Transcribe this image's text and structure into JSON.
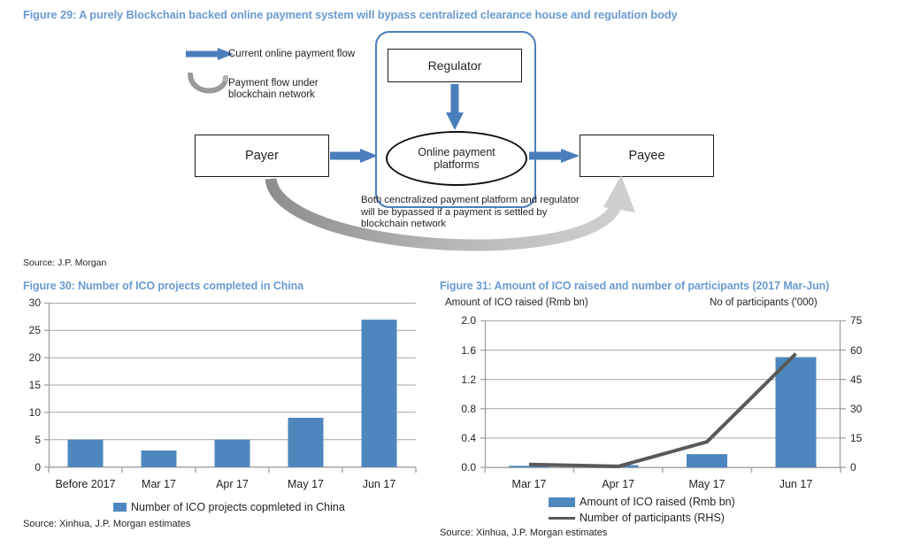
{
  "figure29": {
    "title": "Figure 29: A purely Blockchain backed online payment system will bypass centralized clearance house and regulation body",
    "legend": {
      "arrow_label": "Current online payment flow",
      "curve_label_line1": "Payment flow under",
      "curve_label_line2": "blockchain network"
    },
    "nodes": {
      "payer": "Payer",
      "payee": "Payee",
      "regulator": "Regulator",
      "platform_line1": "Online payment",
      "platform_line2": "platforms"
    },
    "note": "Both cenctralized payment platform and regulator will be bypassed if a payment is settled by blockchain network",
    "source": "Source: J.P. Morgan"
  },
  "figure30": {
    "title": "Figure 30: Number of ICO projects completed in China",
    "source": "Source: Xinhua, J.P. Morgan  estimates",
    "legend": "Number of ICO projects copmleted in China"
  },
  "figure31": {
    "title": "Figure 31: Amount of ICO raised and number of participants (2017 Mar-Jun)",
    "source": "Source: Xinhua, J.P. Morgan estimates",
    "left_axis_title": "Amount of ICO raised (Rmb bn)",
    "right_axis_title": "No of participants ('000)",
    "legend_bar": "Amount of ICO raised (Rmb bn)",
    "legend_line": "Number of participants (RHS)"
  },
  "colors": {
    "title_blue": "#6a9bd1",
    "bar_blue": "#4e87bd",
    "line_gray": "#595959",
    "arrow_blue": "#4a7ebb",
    "curve_gray": "#9a9a9a",
    "gridline": "#a6a6a6"
  },
  "chart_data": [
    {
      "type": "bar",
      "title": "Figure 30: Number of ICO projects completed in China",
      "categories": [
        "Before 2017",
        "Mar 17",
        "Apr 17",
        "May 17",
        "Jun 17"
      ],
      "values": [
        5,
        3,
        5,
        9,
        27
      ],
      "series": [
        {
          "name": "Number of ICO projects copmleted in China",
          "values": [
            5,
            3,
            5,
            9,
            27
          ],
          "color": "#4e87bd"
        }
      ],
      "xlabel": "",
      "ylabel": "",
      "ylim": [
        0,
        30
      ],
      "yticks": [
        0,
        5,
        10,
        15,
        20,
        25,
        30
      ],
      "ytick_labels": [
        "0",
        "5",
        "10",
        "15",
        "20",
        "25",
        "30"
      ],
      "grid": true,
      "legend_position": "bottom"
    },
    {
      "type": "bar-line",
      "title": "Figure 31: Amount of ICO raised and number of participants (2017 Mar-Jun)",
      "categories": [
        "Mar 17",
        "Apr 17",
        "May 17",
        "Jun 17"
      ],
      "series": [
        {
          "name": "Amount of ICO raised (Rmb bn)",
          "type": "bar",
          "axis": "left",
          "values": [
            0.02,
            0.03,
            0.18,
            1.5
          ],
          "color": "#4e87bd"
        },
        {
          "name": "Number of participants (RHS)",
          "type": "line",
          "axis": "right",
          "values": [
            1.5,
            0.5,
            13,
            58
          ],
          "color": "#595959"
        }
      ],
      "xlabel": "",
      "ylabel": "Amount of ICO raised (Rmb bn)",
      "y2label": "No of participants ('000)",
      "ylim": [
        0,
        2.0
      ],
      "yticks": [
        0.0,
        0.4,
        0.8,
        1.2,
        1.6,
        2.0
      ],
      "ytick_labels": [
        "0.0",
        "0.4",
        "0.8",
        "1.2",
        "1.6",
        "2.0"
      ],
      "y2lim": [
        0,
        75
      ],
      "y2ticks": [
        0,
        15,
        30,
        45,
        60,
        75
      ],
      "y2tick_labels": [
        "0",
        "15",
        "30",
        "45",
        "60",
        "75"
      ],
      "grid": true,
      "legend_position": "bottom"
    }
  ]
}
